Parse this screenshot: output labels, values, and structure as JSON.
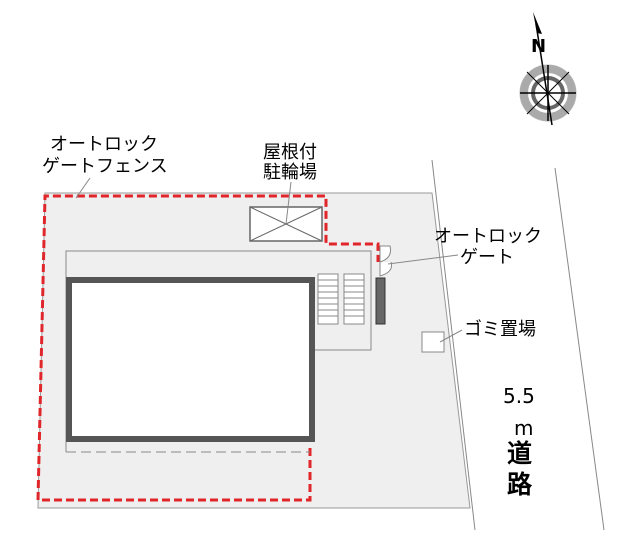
{
  "labels": {
    "fence_line1": "オートロック",
    "fence_line2": "ゲートフェンス",
    "bike_line1": "屋根付",
    "bike_line2": "駐輪場",
    "gate_line1": "オートロック",
    "gate_line2": "ゲート",
    "garbage": "ゴミ置場",
    "road_width": "5.5",
    "road_unit": "m",
    "road_char1": "道",
    "road_char2": "路",
    "compass_north": "N"
  },
  "colors": {
    "lot": "#efefef",
    "fence": "#e0262a",
    "building_border": "#555555",
    "building_fill": "#ffffff",
    "line": "#888888",
    "text": "#000000"
  }
}
